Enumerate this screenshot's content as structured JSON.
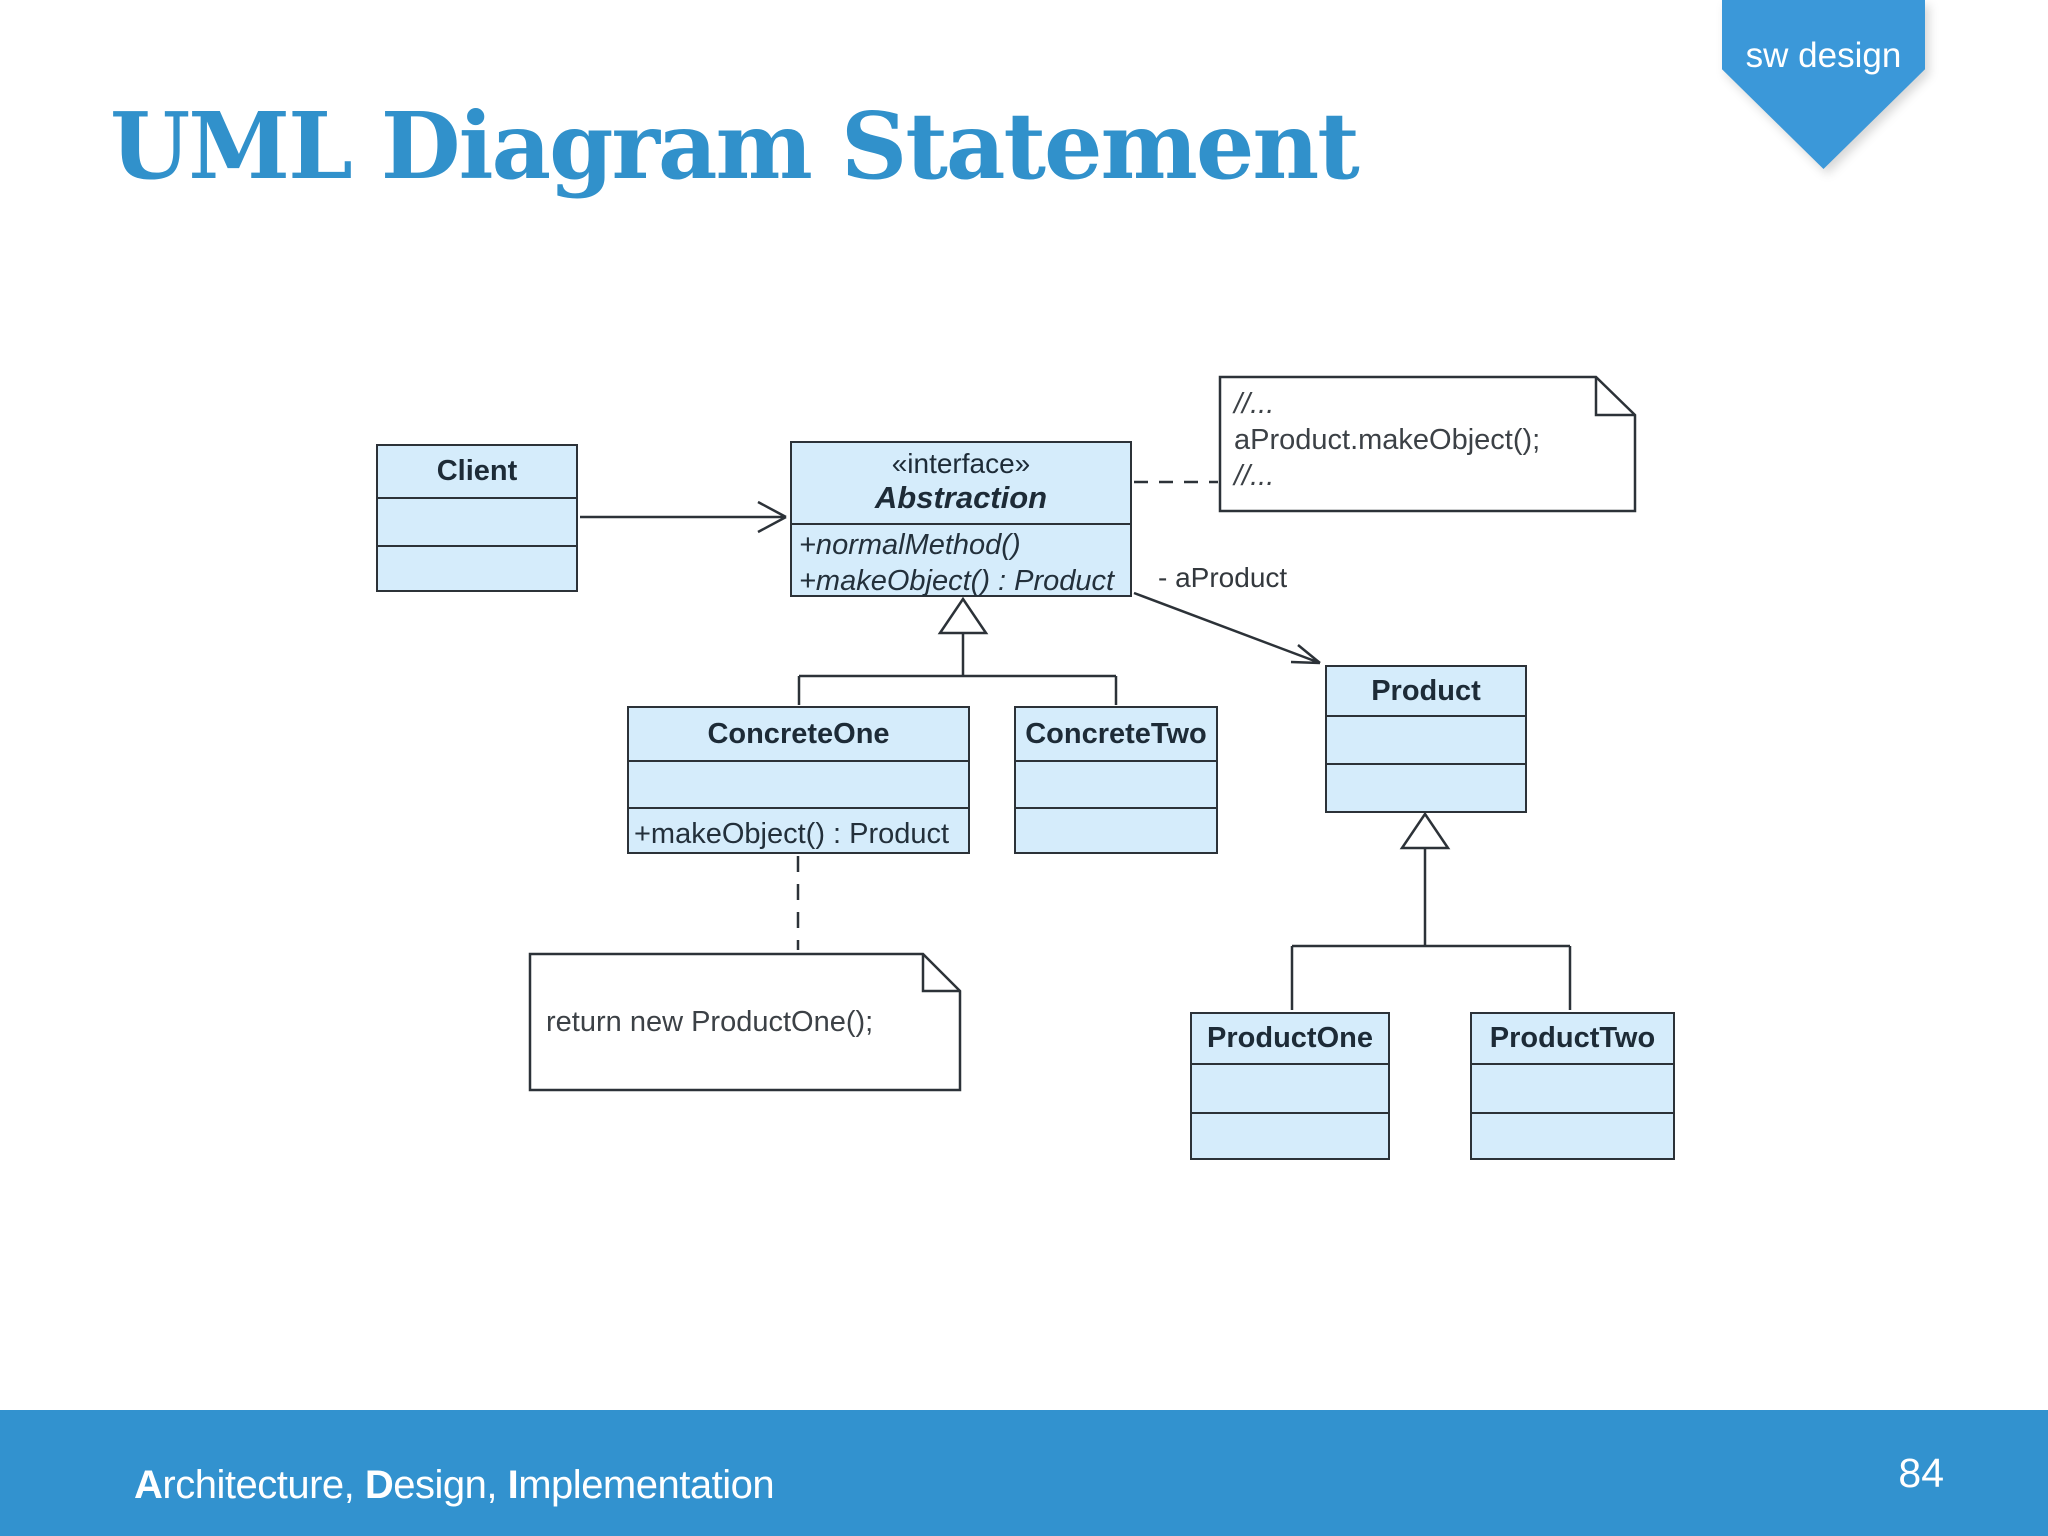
{
  "badge": {
    "label": "sw design"
  },
  "title": "UML Diagram Statement",
  "diagram": {
    "classes": {
      "client": {
        "name": "Client"
      },
      "abstraction": {
        "stereotype": "«interface»",
        "name": "Abstraction",
        "methods": [
          "+normalMethod()",
          "+makeObject() : Product"
        ]
      },
      "concreteOne": {
        "name": "ConcreteOne",
        "methods": [
          "+makeObject() : Product"
        ]
      },
      "concreteTwo": {
        "name": "ConcreteTwo"
      },
      "product": {
        "name": "Product"
      },
      "productOne": {
        "name": "ProductOne"
      },
      "productTwo": {
        "name": "ProductTwo"
      }
    },
    "notes": {
      "callNote": {
        "lines": [
          "//...",
          "aProduct.makeObject();",
          "//..."
        ]
      },
      "returnNote": {
        "lines": [
          "return new ProductOne();"
        ]
      }
    },
    "labels": {
      "aProduct": "- aProduct"
    }
  },
  "footer": {
    "segments": [
      {
        "bold": "A",
        "rest": "rchitecture, "
      },
      {
        "bold": "D",
        "rest": "esign, "
      },
      {
        "bold": "I",
        "rest": "mplementation"
      }
    ],
    "page_number": "84"
  },
  "colors": {
    "accent_blue": "#3191cb",
    "footer_blue": "#3292cf",
    "badge_blue": "#3b98d9",
    "box_fill": "#d5ecfb",
    "line": "#2c3238"
  }
}
